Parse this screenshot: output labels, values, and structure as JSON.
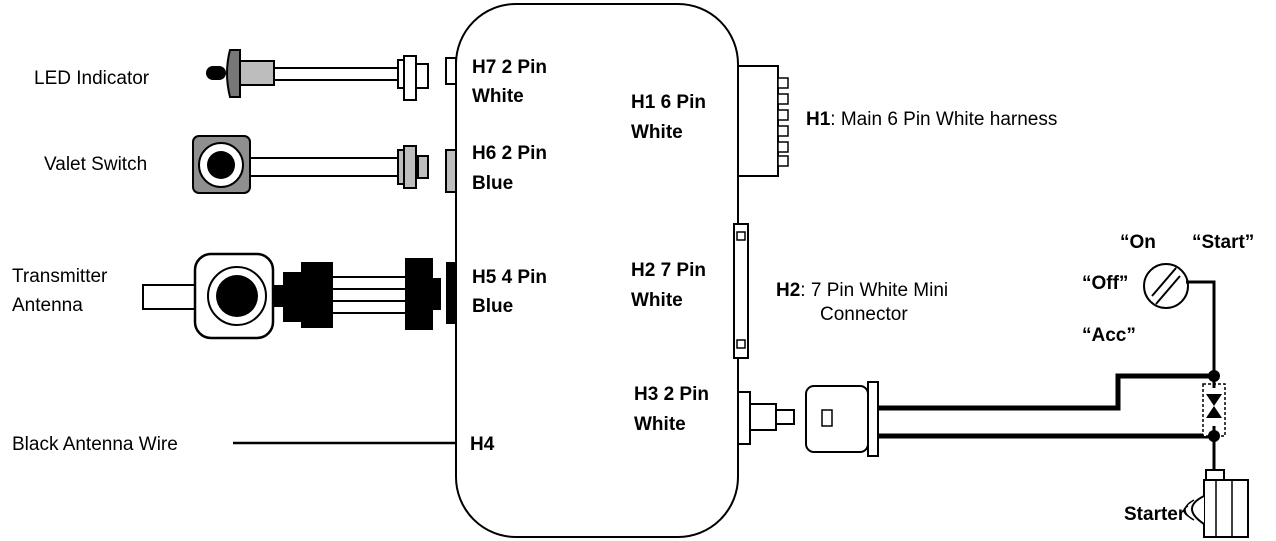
{
  "components": {
    "led_indicator": "LED Indicator",
    "valet_switch": "Valet Switch",
    "transmitter_antenna": [
      "Transmitter",
      "Antenna"
    ],
    "black_antenna_wire": "Black Antenna Wire",
    "starter": "Starter"
  },
  "module_ports": {
    "h7": [
      "H7 2 Pin",
      "White"
    ],
    "h6": [
      "H6 2 Pin",
      "Blue"
    ],
    "h5": [
      "H5 4 Pin",
      "Blue"
    ],
    "h4": "H4",
    "h1": [
      "H1 6 Pin",
      "White"
    ],
    "h2": [
      "H2 7 Pin",
      "White"
    ],
    "h3": [
      "H3 2 Pin",
      "White"
    ]
  },
  "harness_notes": {
    "h1_code": "H1",
    "h1_desc": ": Main 6 Pin White harness",
    "h2_code": "H2",
    "h2_desc": ": 7 Pin White Mini",
    "h2_desc_line2": "Connector"
  },
  "ignition_switch": {
    "on": "“On",
    "start": "“Start”",
    "off": "“Off”",
    "acc": "“Acc”"
  }
}
